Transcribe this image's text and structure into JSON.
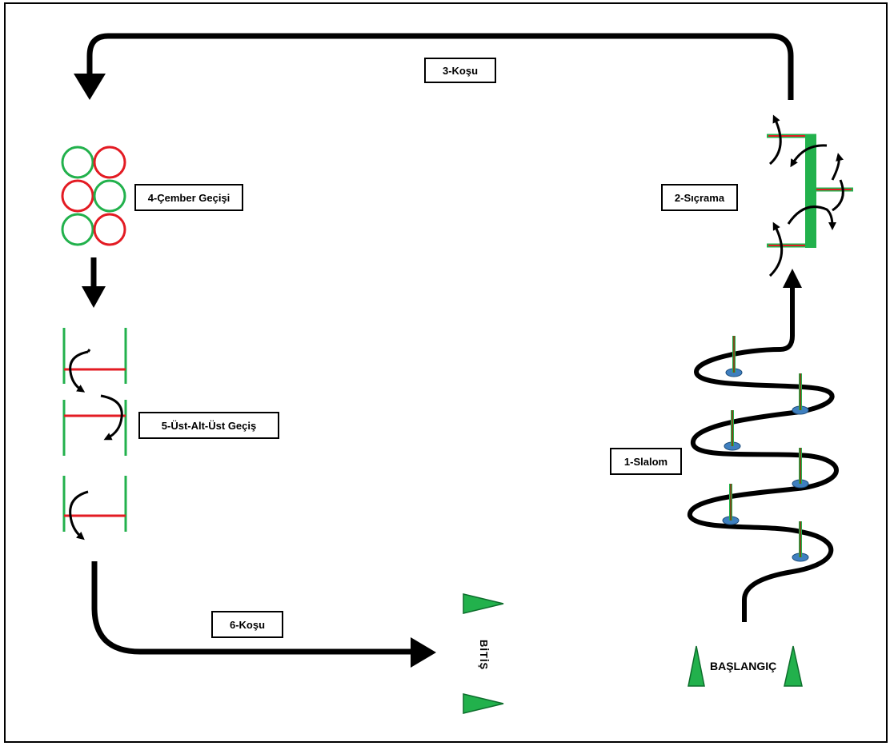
{
  "stations": {
    "slalom": "1-Slalom",
    "jump": "2-Sıçrama",
    "run1": "3-Koşu",
    "hoops": "4-Çember Geçişi",
    "overunder": "5-Üst-Alt-Üst Geçiş",
    "run2": "6-Koşu"
  },
  "start_label": "BAŞLANGIÇ",
  "finish_label": "BİTİŞ",
  "colors": {
    "green": "#22b14c",
    "red": "#e31b23",
    "pole": "#7a4a1e",
    "base": "#3f7fbf",
    "black": "#000000"
  }
}
